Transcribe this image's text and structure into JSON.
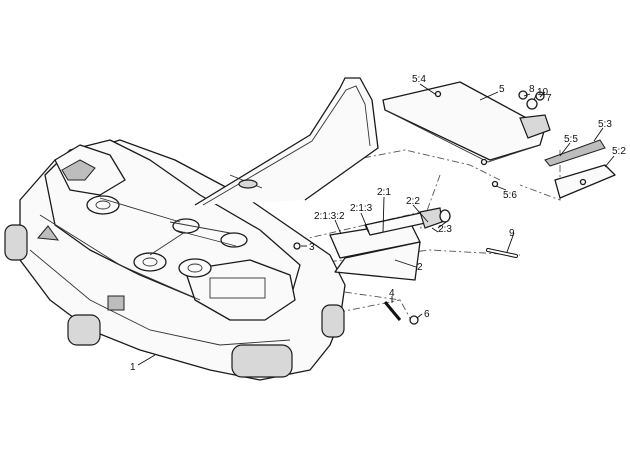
{
  "callouts": [
    {
      "id": "1",
      "label": "1"
    },
    {
      "id": "2",
      "label": "2"
    },
    {
      "id": "2-1",
      "label": "2:1"
    },
    {
      "id": "2-1-3",
      "label": "2:1:3"
    },
    {
      "id": "2-1-3-2",
      "label": "2:1:3:2"
    },
    {
      "id": "2-2",
      "label": "2:2"
    },
    {
      "id": "2-3",
      "label": "2:3"
    },
    {
      "id": "3",
      "label": "3"
    },
    {
      "id": "4",
      "label": "4"
    },
    {
      "id": "5",
      "label": "5"
    },
    {
      "id": "5-2",
      "label": "5:2"
    },
    {
      "id": "5-3",
      "label": "5:3"
    },
    {
      "id": "5-4",
      "label": "5:4"
    },
    {
      "id": "5-5",
      "label": "5:5"
    },
    {
      "id": "5-6",
      "label": "5:6"
    },
    {
      "id": "6",
      "label": "6"
    },
    {
      "id": "7",
      "label": "7"
    },
    {
      "id": "8",
      "label": "8"
    },
    {
      "id": "9",
      "label": "9"
    },
    {
      "id": "10",
      "label": "10"
    }
  ]
}
